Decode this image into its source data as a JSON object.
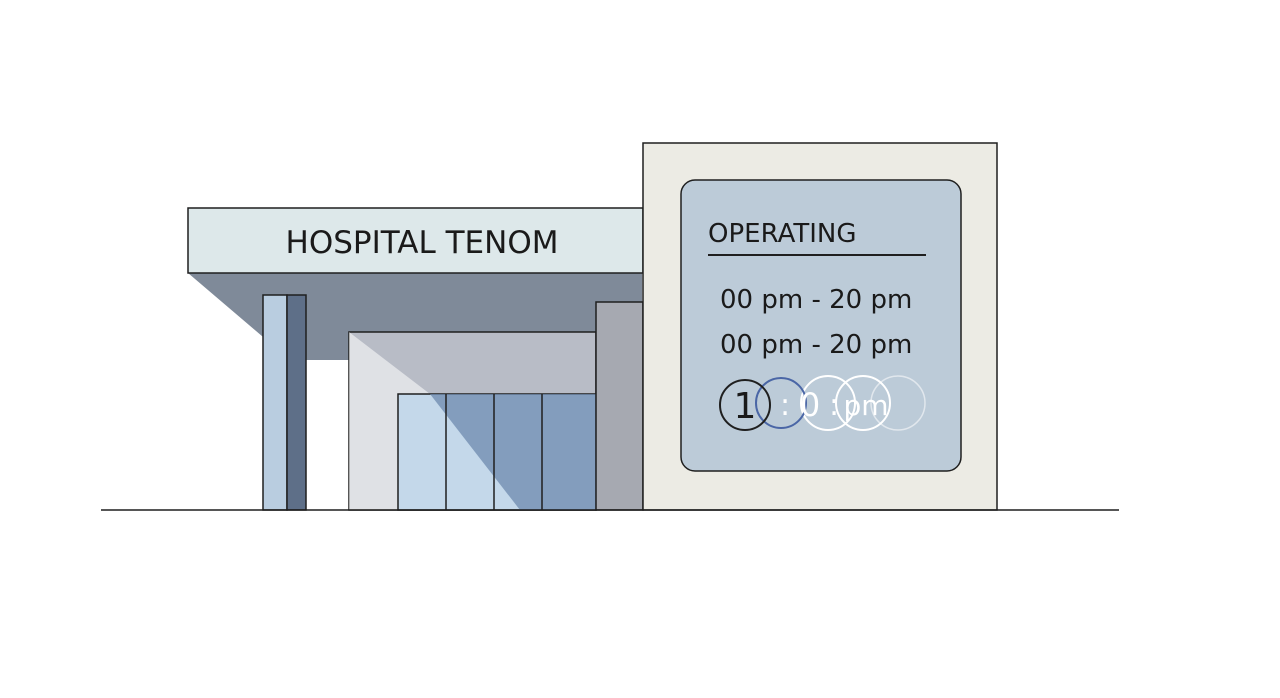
{
  "building": {
    "name": "HOSPITAL TENOM"
  },
  "hours_board": {
    "heading": "OPERATING",
    "lines": [
      "00 pm - 20 pm",
      "00 pm - 20 pm"
    ],
    "time_glyphs": [
      "1",
      ":",
      "0",
      ":",
      "pm"
    ]
  },
  "colors": {
    "outline": "#1f1f1f",
    "canopy_front": "#dde8ea",
    "canopy_underside": "#7f8a99",
    "pillar": "#b9cde0",
    "pillar_shadow": "#5e6f88",
    "recess_wall": "#b8bcc6",
    "glass": "#c4d8ea",
    "glass_shadow": "#6e89ad",
    "side_wall": "#a6a9b1",
    "tower_wall": "#ecebe4",
    "board_panel": "#bccbd8"
  }
}
